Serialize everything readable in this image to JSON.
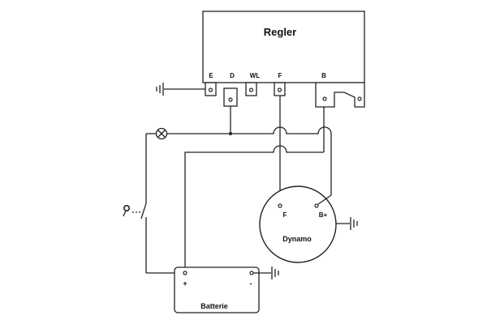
{
  "regulator": {
    "title": "Regler",
    "terminals": {
      "e": "E",
      "d": "D",
      "wl": "WL",
      "f": "F",
      "b": "B"
    }
  },
  "dynamo": {
    "label": "Dynamo",
    "terminal_f": "F",
    "terminal_b": "B+"
  },
  "battery": {
    "label": "Batterie",
    "plus": "+",
    "minus": "-"
  },
  "colors": {
    "line": "#222222",
    "background": "#ffffff"
  },
  "icons": {
    "ground": "ground-icon",
    "lamp": "lamp-icon",
    "switch": "ignition-switch-icon",
    "key": "key-icon"
  }
}
